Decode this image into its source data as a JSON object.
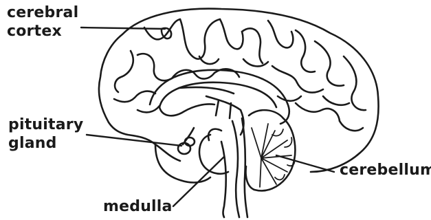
{
  "labels": {
    "cerebral_cortex": [
      "cerebral",
      "cortex"
    ],
    "pituitary_gland": [
      "pituitary",
      "gland"
    ],
    "cerebellum": "cerebellum",
    "medulla": "medulla"
  },
  "colors": {
    "ink": "#1a1a1a",
    "background": "#ffffff"
  }
}
